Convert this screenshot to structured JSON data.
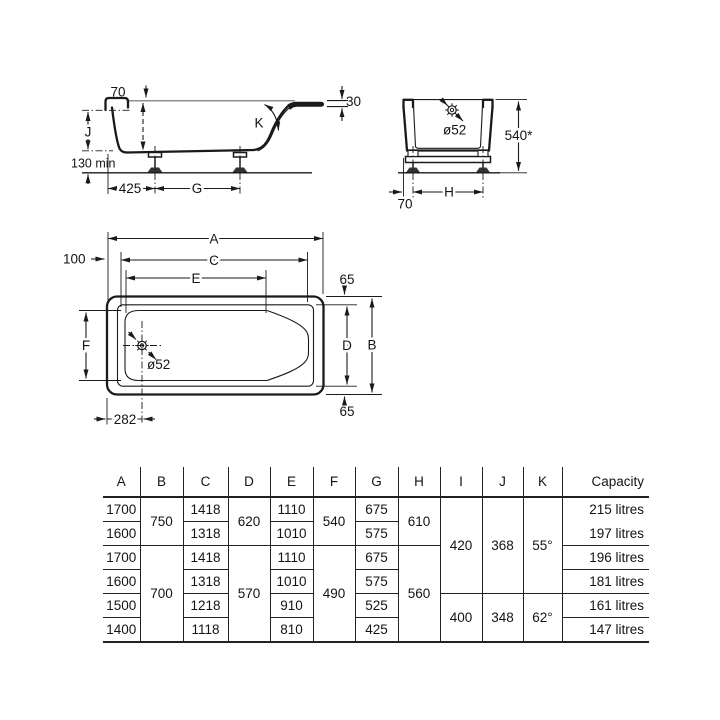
{
  "views": {
    "side": {
      "rim_width": "70",
      "rim_thickness": "30",
      "depth_label": "J",
      "angle_label": "K",
      "clearance": "130 min",
      "front_offset": "425",
      "feet_distance": "G"
    },
    "end": {
      "drain": "ø52",
      "height": "540*",
      "feet_distance": "H",
      "side_offset": "70"
    },
    "plan": {
      "length_overall": "A",
      "length_rim": "C",
      "length_basin": "E",
      "offset_left": "100",
      "gap_top": "65",
      "gap_bottom": "65",
      "width_basin": "F",
      "width_rim": "D",
      "width_overall": "B",
      "drain_offset": "282",
      "drain": "ø52"
    }
  },
  "table": {
    "headers": [
      "A",
      "B",
      "C",
      "D",
      "E",
      "F",
      "G",
      "H",
      "I",
      "J",
      "K",
      "Capacity"
    ],
    "rows": [
      {
        "A": "1700",
        "B": "750",
        "C": "1418",
        "D": "620",
        "E": "1110",
        "F": "540",
        "G": "675",
        "H": "610",
        "I": "420",
        "J": "368",
        "K": "55°",
        "capacity": "215 litres"
      },
      {
        "A": "1600",
        "C": "1318",
        "E": "1010",
        "G": "575",
        "capacity": "197 litres"
      },
      {
        "A": "1700",
        "B": "700",
        "C": "1418",
        "D": "570",
        "E": "1110",
        "F": "490",
        "G": "675",
        "H": "560",
        "capacity": "196 litres"
      },
      {
        "A": "1600",
        "C": "1318",
        "E": "1010",
        "G": "575",
        "capacity": "181 litres"
      },
      {
        "A": "1500",
        "C": "1218",
        "E": "910",
        "G": "525",
        "I": "400",
        "J": "348",
        "K": "62°",
        "capacity": "161 litres"
      },
      {
        "A": "1400",
        "C": "1118",
        "E": "810",
        "G": "425",
        "capacity": "147 litres"
      }
    ]
  }
}
